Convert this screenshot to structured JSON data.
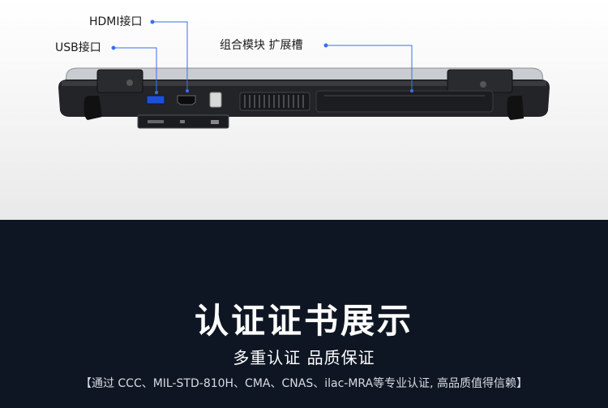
{
  "callouts": {
    "hdmi": "HDMI接口",
    "usb": "USB接口",
    "module": "组合模块 扩展槽"
  },
  "section": {
    "heading": "认证证书展示",
    "subheading": "多重认证 品质保证",
    "certs_line": "【通过 CCC、MIL-STD-810H、CMA、CNAS、ilac-MRA等专业认证, 高品质值得信赖】"
  },
  "colors": {
    "callout_line": "#3b6ff0",
    "dark_bg": "#0f1623"
  }
}
